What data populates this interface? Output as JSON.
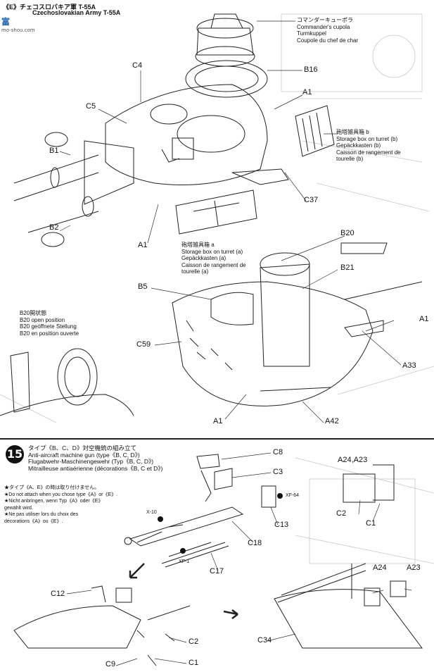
{
  "header": {
    "title_prefix": "《E》",
    "title_jp": "チェコスロバキア軍 T-55A",
    "title_en": "Czechoslovakian Army T-55A"
  },
  "watermark": {
    "main": "富",
    "sub": "mo-shou.com"
  },
  "upper": {
    "labels": {
      "c4": "C4",
      "c5": "C5",
      "b1": "B1",
      "b2": "B2",
      "a1_left": "A1",
      "a1_top": "A1",
      "b16": "B16",
      "c37": "C37",
      "b20": "B20",
      "b21": "B21",
      "b5": "B5",
      "c59": "C59",
      "a1_right": "A1",
      "a33": "A33",
      "a1_bottom": "A1",
      "a42": "A42"
    },
    "cupola_note": [
      "コマンダーキューポラ",
      "Commander's cupola",
      "Turmkuppel",
      "Coupole du chef de char"
    ],
    "box_b_note": [
      "砲塔雑具箱 b",
      "Storage box on turret (b)",
      "Gepäckkasten (b)",
      "Caisson de rangement de",
      "tourelle (b)"
    ],
    "box_a_note": [
      "砲塔雑具箱 a",
      "Storage box on turret (a)",
      "Gepäckkasten (a)",
      "Caisson de rangement de",
      "tourelle (a)"
    ],
    "b20_note": [
      "B20開状態",
      "B20 open position",
      "B20 geöffnete Stellung",
      "B20 en position ouverte"
    ]
  },
  "step15": {
    "number": "15",
    "heading": [
      "タイプ《B、C、D》対空機銃の組み立て",
      "Anti-aircraft machine gun (type《B, C, D》)",
      "Flugabwehr-Maschinengewehr (Typ《B, C, D》)",
      "Mitrailleuse antiaérienne (décorations《B, C et D》)"
    ],
    "warning": [
      "★タイプ《A、E》の時は取り付けません。",
      "★Do not attach when you chose type《A》or《E》.",
      "★Nicht anbringen, wenn Typ《A》oder《E》",
      "gewählt wird.",
      "★Ne pas utiliser lors du choix des",
      "décorations《A》ou《E》."
    ],
    "labels": {
      "c8": "C8",
      "c3": "C3",
      "xf64": "XF-64",
      "x10": "X-10",
      "c13": "C13",
      "c18": "C18",
      "xf1": "XF-1",
      "c17": "C17",
      "a24a23": "A24,A23",
      "c2_top": "C2",
      "c1_top": "C1",
      "c12": "C12",
      "a24": "A24",
      "a23": "A23",
      "c2": "C2",
      "c9": "C9",
      "c1": "C1",
      "c34": "C34"
    }
  }
}
